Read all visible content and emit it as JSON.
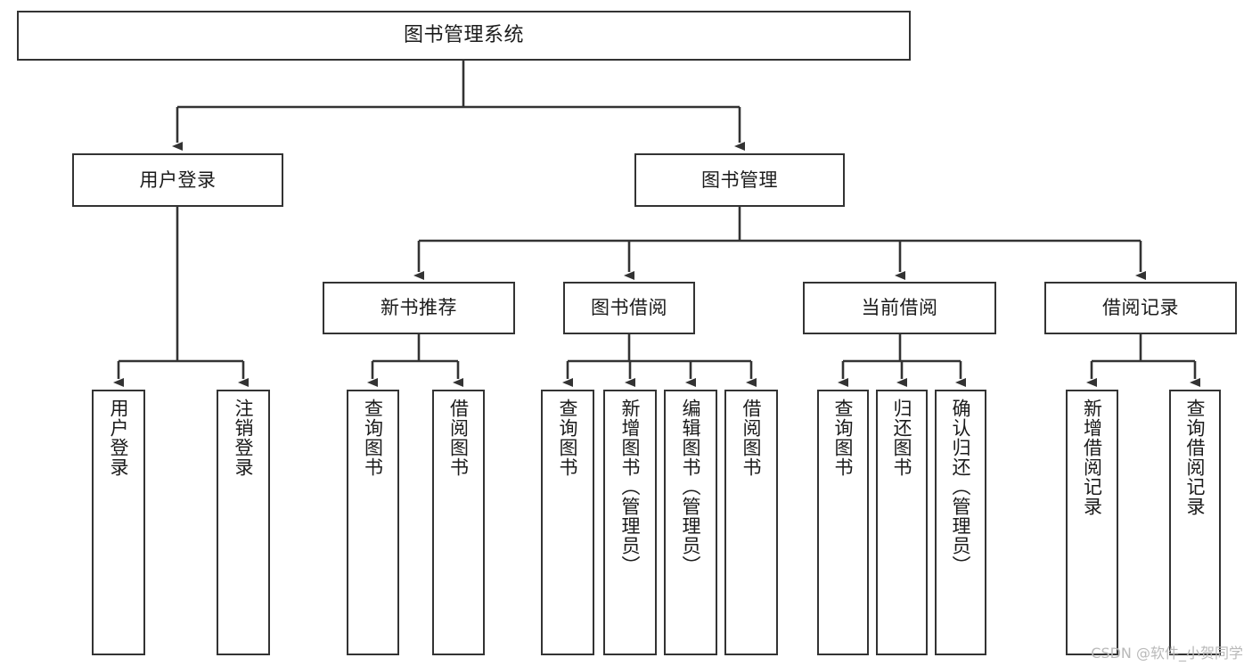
{
  "diagram": {
    "type": "tree-hierarchy-chart",
    "title": "图书管理系统",
    "orientation": "top-down",
    "colors": {
      "box_border": "#333333",
      "box_fill": "#ffffff",
      "edge": "#333333",
      "text": "#1b1b1b",
      "watermark": "#b9b9b9",
      "background": "#ffffff"
    },
    "levels": [
      {
        "level": 1,
        "nodes": [
          {
            "id": "root",
            "label": "图书管理系统"
          }
        ]
      },
      {
        "level": 2,
        "nodes": [
          {
            "id": "user-login",
            "label": "用户登录",
            "parent": "root"
          },
          {
            "id": "book-manage",
            "label": "图书管理",
            "parent": "root"
          }
        ]
      },
      {
        "level": 3,
        "nodes": [
          {
            "id": "new-book-rec",
            "label": "新书推荐",
            "parent": "book-manage"
          },
          {
            "id": "book-borrow",
            "label": "图书借阅",
            "parent": "book-manage"
          },
          {
            "id": "current-borrow",
            "label": "当前借阅",
            "parent": "book-manage"
          },
          {
            "id": "borrow-record",
            "label": "借阅记录",
            "parent": "book-manage"
          }
        ]
      },
      {
        "level": 4,
        "nodes": [
          {
            "id": "leaf-user-login",
            "label": "用户登录",
            "parent": "user-login"
          },
          {
            "id": "leaf-logout-login",
            "label": "注销登录",
            "parent": "user-login"
          },
          {
            "id": "leaf-query-book-1",
            "label": "查询图书",
            "parent": "new-book-rec"
          },
          {
            "id": "leaf-borrow-book-1",
            "label": "借阅图书",
            "parent": "new-book-rec"
          },
          {
            "id": "leaf-query-book-2",
            "label": "查询图书",
            "parent": "book-borrow"
          },
          {
            "id": "leaf-add-book",
            "label": "新增图书（管理员）",
            "parent": "book-borrow"
          },
          {
            "id": "leaf-edit-book",
            "label": "编辑图书（管理员）",
            "parent": "book-borrow"
          },
          {
            "id": "leaf-borrow-book-2",
            "label": "借阅图书",
            "parent": "book-borrow"
          },
          {
            "id": "leaf-query-book-3",
            "label": "查询图书",
            "parent": "current-borrow"
          },
          {
            "id": "leaf-return-book",
            "label": "归还图书",
            "parent": "current-borrow"
          },
          {
            "id": "leaf-confirm-return",
            "label": "确认归还（管理员）",
            "parent": "current-borrow"
          },
          {
            "id": "leaf-add-record",
            "label": "新增借阅记录",
            "parent": "borrow-record"
          },
          {
            "id": "leaf-query-record",
            "label": "查询借阅记录",
            "parent": "borrow-record"
          }
        ]
      }
    ]
  },
  "watermark": {
    "text": "CSDN @软件_小贺同学"
  }
}
